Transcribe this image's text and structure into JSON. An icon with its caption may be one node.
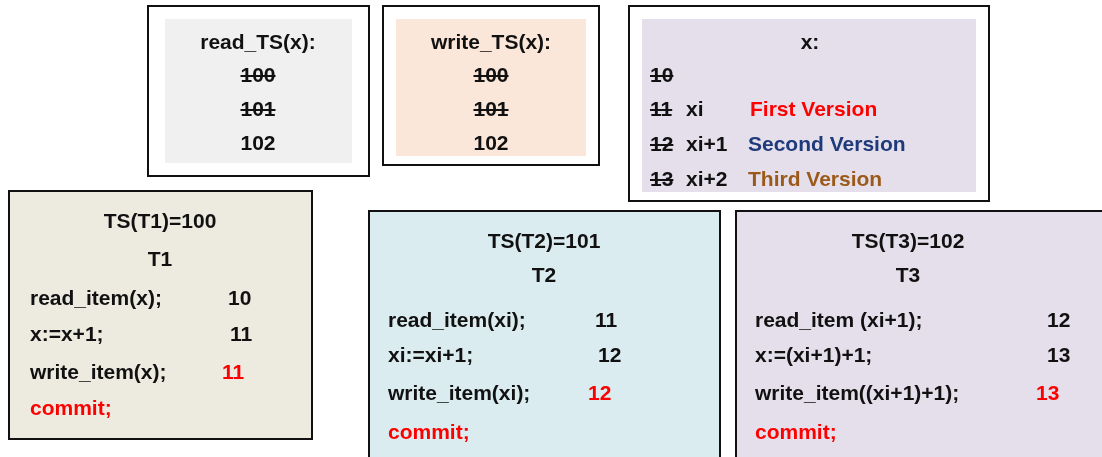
{
  "diagram": {
    "nodes": [
      {
        "text": [
          "read_TS(x):",
          "100",
          "101",
          "102"
        ]
      },
      {
        "text": [
          "write_TS(x):",
          "100",
          "101",
          "102"
        ]
      },
      {
        "text": [
          "x:",
          "10",
          "11",
          "xi",
          "First Version",
          "12",
          "xi+1",
          "Second Version",
          "13",
          "xi+2",
          "Third Version"
        ]
      },
      {
        "text": [
          "TS(T1)=100",
          "T1",
          "read_item(x);",
          "10",
          "x:=x+1;",
          "11",
          "write_item(x);",
          "11",
          "commit;"
        ]
      },
      {
        "text": [
          "TS(T2)=101",
          "T2",
          "read_item(xi);",
          "11",
          "xi:=xi+1;",
          "12",
          "write_item(xi);",
          "12",
          "commit;"
        ]
      },
      {
        "text": [
          "TS(T3)=102",
          "T3",
          "read_item (xi+1);",
          "12",
          "x:=(xi+1)+1;",
          "13",
          "write_item((xi+1)+1);",
          "13",
          "commit;"
        ]
      }
    ]
  }
}
